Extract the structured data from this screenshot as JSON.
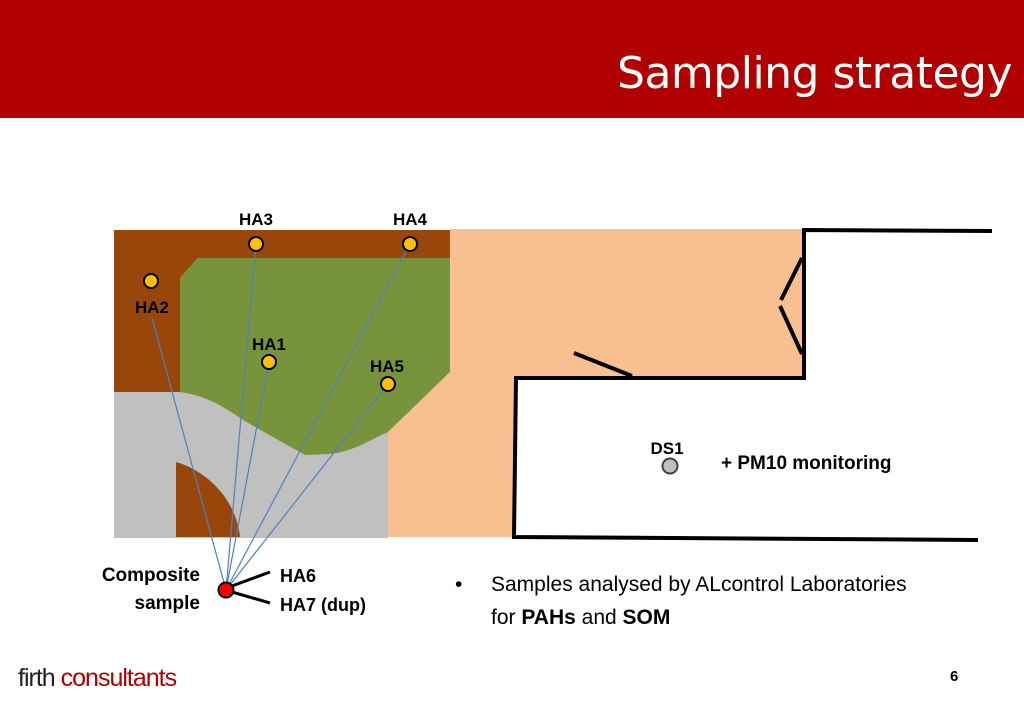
{
  "slide": {
    "title": "Sampling strategy",
    "page_number": "6"
  },
  "diagram": {
    "points": {
      "HA1": "HA1",
      "HA2": "HA2",
      "HA3": "HA3",
      "HA4": "HA4",
      "HA5": "HA5",
      "DS1": "DS1"
    },
    "pm10_label": "+ PM10 monitoring",
    "composite_label": [
      "Composite",
      "sample"
    ],
    "composite_samples": [
      "HA6",
      "HA7 (dup)"
    ]
  },
  "notes": {
    "bullet_char": "•",
    "line1": "Samples analysed by ALcontrol Laboratories",
    "line2_prefix": "for ",
    "line2_bold1": "PAHs",
    "line2_mid": " and ",
    "line2_bold2": "SOM"
  },
  "logo": {
    "part1": "firth",
    "part2": " consultants"
  },
  "colors": {
    "header": "#b00000",
    "brown": "#98460a",
    "green": "#77933c",
    "grey": "#c0c0c0",
    "peach": "#f8c090",
    "sample_point": "#ffc000",
    "composite_point": "#ff0000",
    "ds1_point": "#bfbfbf",
    "link_line": "#4f81bd"
  }
}
